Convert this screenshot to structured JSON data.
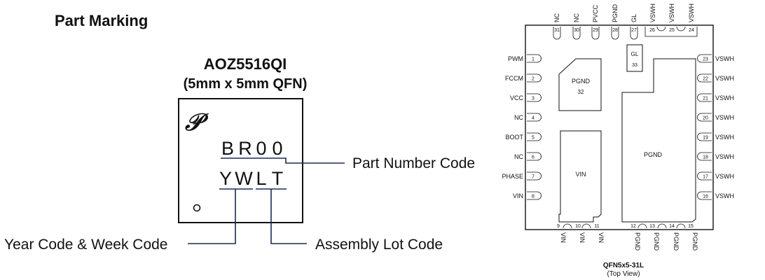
{
  "section_title": "Part Marking",
  "part": {
    "name": "AOZ5516QI",
    "package": "(5mm x 5mm QFN)",
    "logo_glyph": "𝒫",
    "marking_line1": [
      "B",
      "R",
      "0",
      "0"
    ],
    "marking_line2": [
      "Y",
      "W",
      "L",
      "T"
    ]
  },
  "callouts": {
    "part_number": "Part Number Code",
    "year_week": "Year Code & Week Code",
    "assembly_lot": "Assembly Lot Code"
  },
  "pinout": {
    "left_pins": [
      {
        "num": "1",
        "name": "PWM"
      },
      {
        "num": "2",
        "name": "FCCM"
      },
      {
        "num": "3",
        "name": "VCC"
      },
      {
        "num": "4",
        "name": "NC"
      },
      {
        "num": "5",
        "name": "BOOT"
      },
      {
        "num": "6",
        "name": "NC"
      },
      {
        "num": "7",
        "name": "PHASE"
      },
      {
        "num": "8",
        "name": "VIN"
      }
    ],
    "right_pins": [
      {
        "num": "23",
        "name": "VSWH"
      },
      {
        "num": "22",
        "name": "VSWH"
      },
      {
        "num": "21",
        "name": "VSWH"
      },
      {
        "num": "20",
        "name": "VSWH"
      },
      {
        "num": "19",
        "name": "VSWH"
      },
      {
        "num": "18",
        "name": "VSWH"
      },
      {
        "num": "17",
        "name": "VSWH"
      },
      {
        "num": "16",
        "name": "VSWH"
      }
    ],
    "top_pins": [
      {
        "num": "31",
        "name": "NC"
      },
      {
        "num": "30",
        "name": "NC"
      },
      {
        "num": "29",
        "name": "PVCC"
      },
      {
        "num": "28",
        "name": "PGND"
      },
      {
        "num": "27",
        "name": "GL"
      },
      {
        "num": "26",
        "name": "VSWH"
      },
      {
        "num": "25",
        "name": "VSWH"
      },
      {
        "num": "24",
        "name": "VSWH"
      }
    ],
    "bottom_pins": [
      {
        "num": "9",
        "name": "VIN"
      },
      {
        "num": "10",
        "name": "VIN"
      },
      {
        "num": "11",
        "name": "VIN"
      },
      {
        "num": "12",
        "name": "PGND"
      },
      {
        "num": "13",
        "name": "PGND"
      },
      {
        "num": "14",
        "name": "PGND"
      },
      {
        "num": "15",
        "name": "PGND"
      }
    ],
    "pads": {
      "pgnd32_name": "PGND",
      "pgnd32_num": "32",
      "gl33_name": "GL",
      "gl33_num": "33",
      "vin_name": "VIN",
      "pgnd_name": "PGND"
    },
    "package_name": "QFN5x5-31L",
    "view": "(Top View)"
  }
}
